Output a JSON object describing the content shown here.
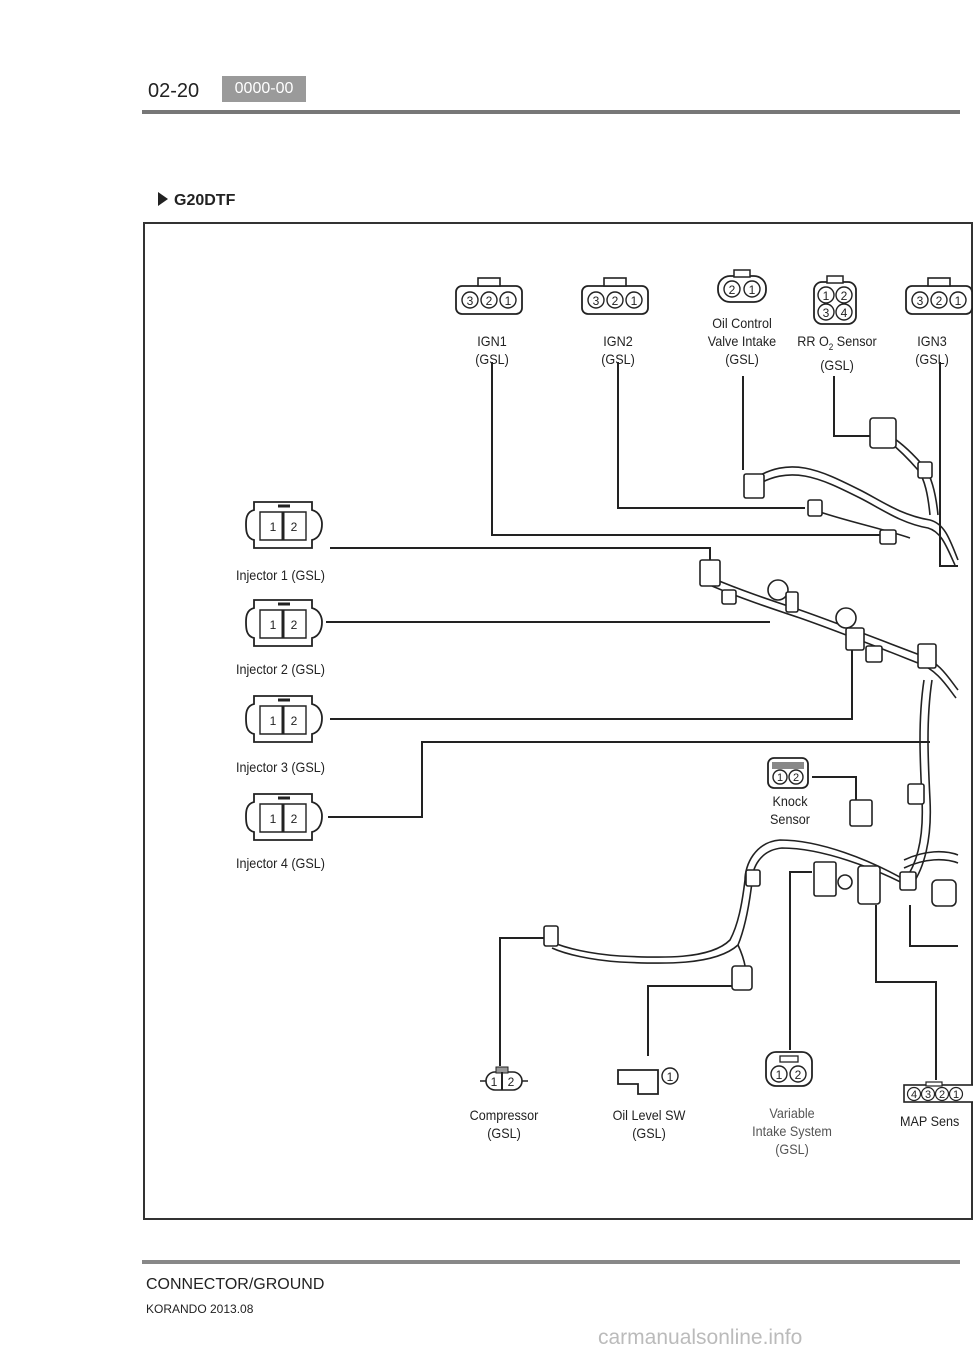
{
  "header": {
    "page_number": "02-20",
    "code_badge": "0000-00"
  },
  "section_title": "G20DTF",
  "connectors": {
    "ign1": {
      "label": "IGN1\n(GSL)",
      "pins": [
        "3",
        "2",
        "1"
      ]
    },
    "ign2": {
      "label": "IGN2\n(GSL)",
      "pins": [
        "3",
        "2",
        "1"
      ]
    },
    "oil_control": {
      "label": "Oil Control\nValve Intake\n(GSL)",
      "pins": [
        "2",
        "1"
      ]
    },
    "rr_o2": {
      "label_main": "RR O",
      "label_sub": "2",
      "label_rest": " Sensor\n(GSL)",
      "pins": [
        "1",
        "2",
        "3",
        "4"
      ]
    },
    "ign3": {
      "label": "IGN3\n(GSL)",
      "pins": [
        "3",
        "2",
        "1"
      ]
    },
    "injector1": {
      "label": "Injector 1 (GSL)",
      "pins": [
        "1",
        "2"
      ]
    },
    "injector2": {
      "label": "Injector 2 (GSL)",
      "pins": [
        "1",
        "2"
      ]
    },
    "injector3": {
      "label": "Injector 3 (GSL)",
      "pins": [
        "1",
        "2"
      ]
    },
    "injector4": {
      "label": "Injector 4 (GSL)",
      "pins": [
        "1",
        "2"
      ]
    },
    "knock": {
      "label": "Knock\nSensor",
      "pins": [
        "1",
        "2"
      ]
    },
    "compressor": {
      "label": "Compressor\n(GSL)",
      "pins": [
        "1",
        "2"
      ]
    },
    "oil_level": {
      "label": "Oil Level SW\n(GSL)",
      "pins": [
        "1"
      ]
    },
    "variable_intake": {
      "label": "Variable\nIntake System\n(GSL)",
      "pins": [
        "1",
        "2"
      ]
    },
    "map_sensor": {
      "label": "MAP Sens",
      "pins": [
        "4",
        "3",
        "2",
        "1"
      ]
    }
  },
  "footer": {
    "title": "CONNECTOR/GROUND",
    "subtitle": "KORANDO 2013.08"
  },
  "watermark": "carmanualsonline.info"
}
